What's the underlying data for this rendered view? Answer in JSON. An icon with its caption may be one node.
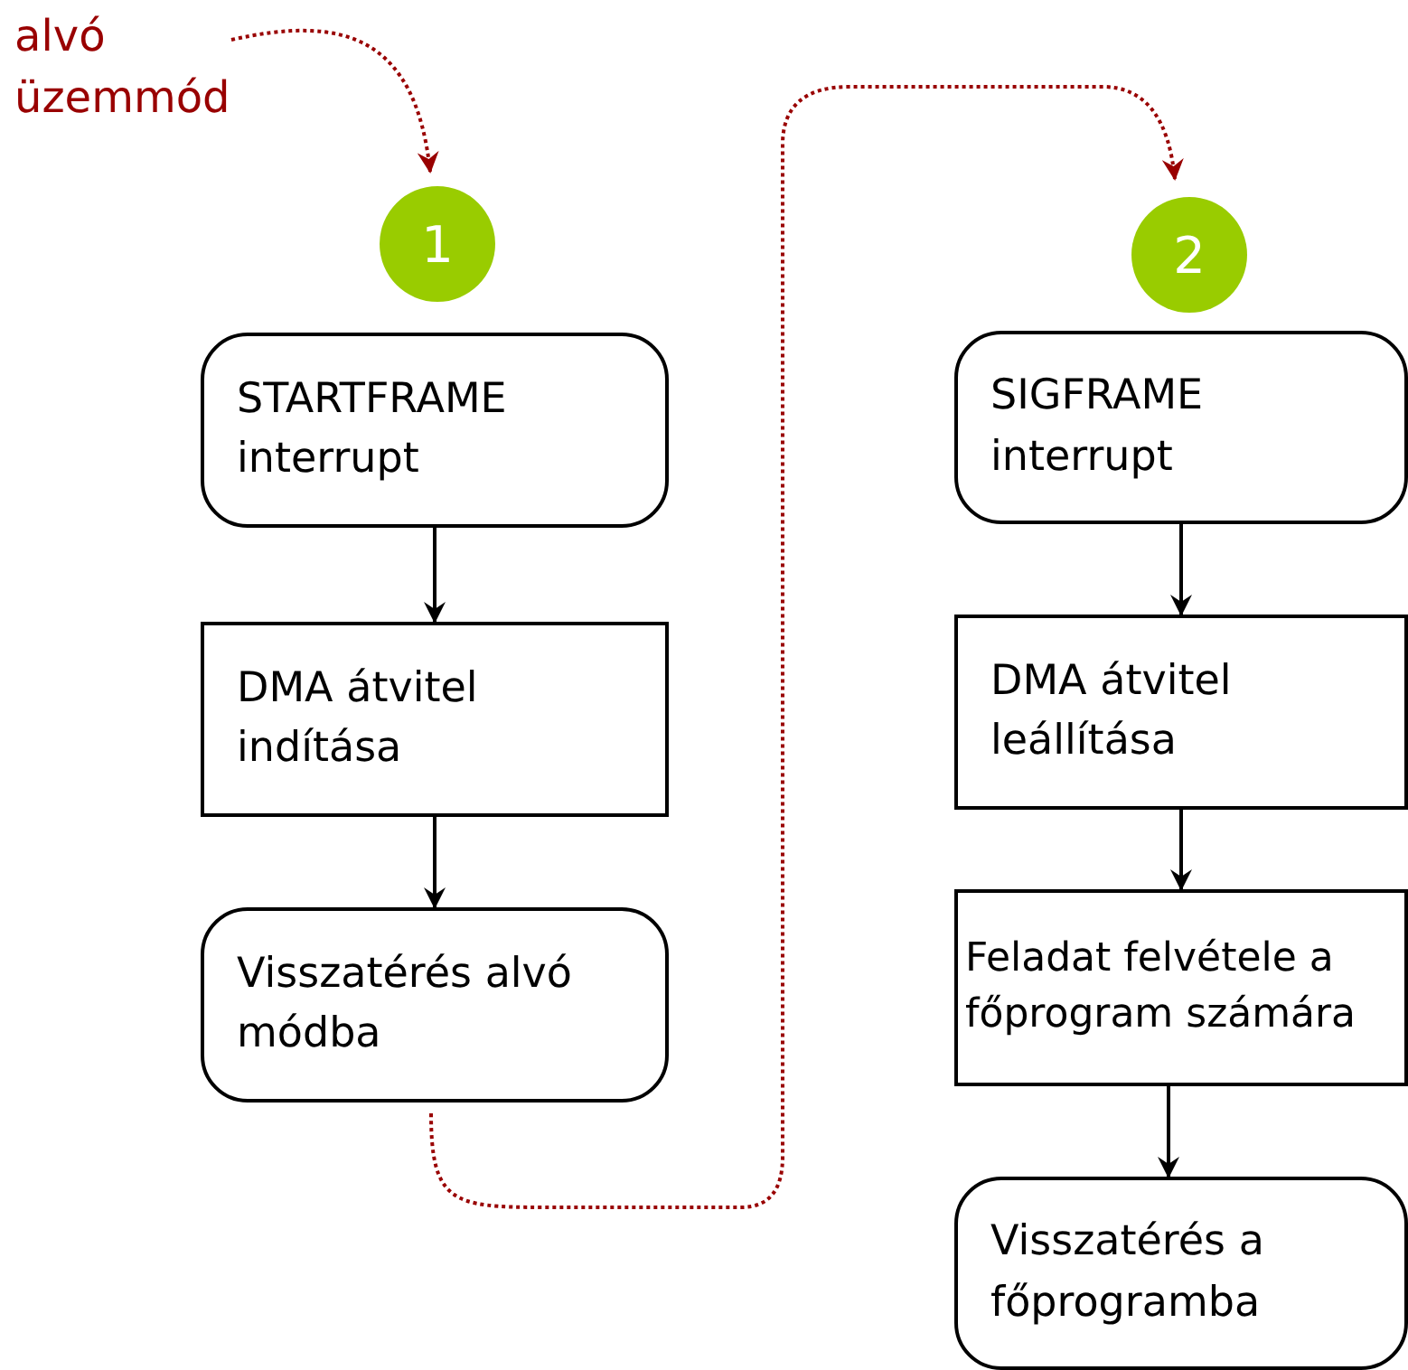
{
  "diagram": {
    "nodes": [
      {
        "text": [
          "alvó üzemmód"
        ]
      },
      {
        "text": [
          "1"
        ]
      },
      {
        "text": [
          "STARTFRAME interrupt"
        ]
      },
      {
        "text": [
          "DMA átvitel indítása"
        ]
      },
      {
        "text": [
          "Visszatérés alvó módba"
        ]
      },
      {
        "text": [
          "2"
        ]
      },
      {
        "text": [
          "SIGFRAME interrupt"
        ]
      },
      {
        "text": [
          "DMA átvitel leállítása"
        ]
      },
      {
        "text": [
          "Feladat felvétele a főprogram számára"
        ]
      },
      {
        "text": [
          "Visszatérés a főprogramba"
        ]
      }
    ],
    "edges": [
      {
        "from": 0,
        "to": 1,
        "arrow": "to",
        "style": "dashed",
        "color": "#990000"
      },
      {
        "from": 2,
        "to": 3,
        "arrow": "to"
      },
      {
        "from": 3,
        "to": 4,
        "arrow": "to"
      },
      {
        "from": 4,
        "to": 5,
        "arrow": "to",
        "style": "dashed",
        "color": "#990000"
      },
      {
        "from": 6,
        "to": 7,
        "arrow": "to"
      },
      {
        "from": 7,
        "to": 8,
        "arrow": "to"
      },
      {
        "from": 8,
        "to": 9,
        "arrow": "to"
      }
    ]
  }
}
